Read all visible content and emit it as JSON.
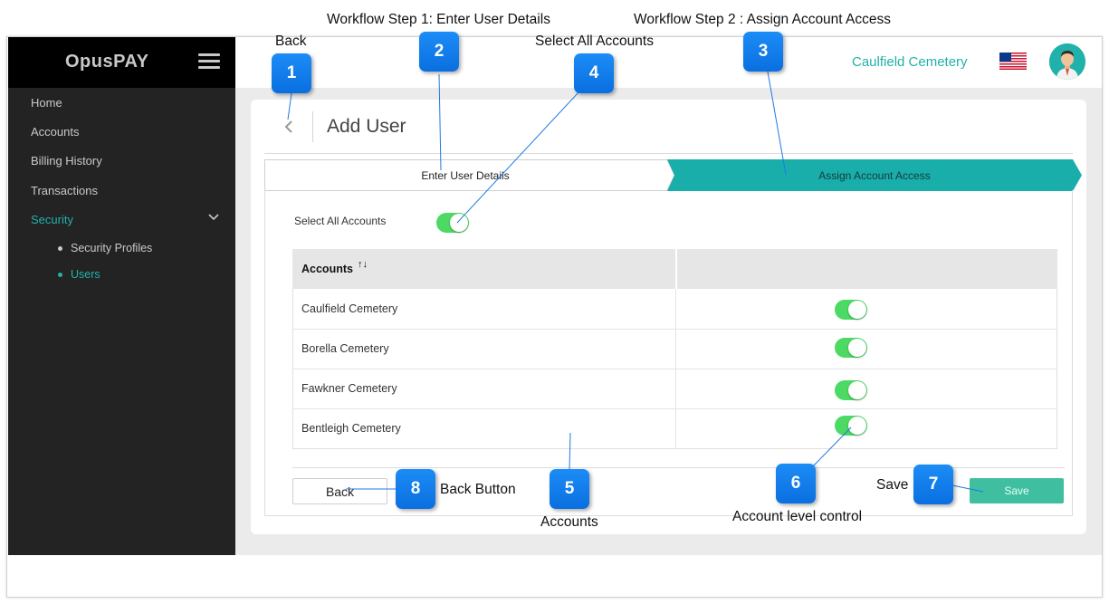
{
  "app": {
    "brand": "OpusPAY",
    "organization": "Caulfield Cemetery",
    "accent": "#20b2aa",
    "toggle_on_color": "#4cd964"
  },
  "sidebar": {
    "items": [
      {
        "label": "Home",
        "active": false
      },
      {
        "label": "Accounts",
        "active": false
      },
      {
        "label": "Billing History",
        "active": false
      },
      {
        "label": "Transactions",
        "active": false
      },
      {
        "label": "Security",
        "active": true,
        "expanded": true
      }
    ],
    "sub_items": [
      {
        "label": "Security Profiles",
        "active": false
      },
      {
        "label": "Users",
        "active": true
      }
    ]
  },
  "page": {
    "title": "Add User",
    "steps": [
      {
        "label": "Enter User Details",
        "active": false
      },
      {
        "label": "Assign Account Access",
        "active": true
      }
    ],
    "select_all": {
      "label": "Select All Accounts",
      "on": true
    },
    "table": {
      "header": "Accounts",
      "sort_icon": "↑↓",
      "rows": [
        {
          "account": "Caulfield Cemetery",
          "enabled": true
        },
        {
          "account": "Borella Cemetery",
          "enabled": true
        },
        {
          "account": "Fawkner Cemetery",
          "enabled": true
        },
        {
          "account": "Bentleigh Cemetery",
          "enabled": true
        }
      ]
    },
    "buttons": {
      "back": "Back",
      "save": "Save"
    }
  },
  "annotations": [
    {
      "number": "1",
      "text": "Back"
    },
    {
      "number": "2",
      "text": "Workflow Step 1: Enter User Details"
    },
    {
      "number": "3",
      "text": "Workflow Step 2 : Assign Account Access"
    },
    {
      "number": "4",
      "text": "Select All Accounts"
    },
    {
      "number": "5",
      "text": "Accounts"
    },
    {
      "number": "6",
      "text": "Account level control"
    },
    {
      "number": "7",
      "text": "Save"
    },
    {
      "number": "8",
      "text": "Back Button"
    }
  ]
}
